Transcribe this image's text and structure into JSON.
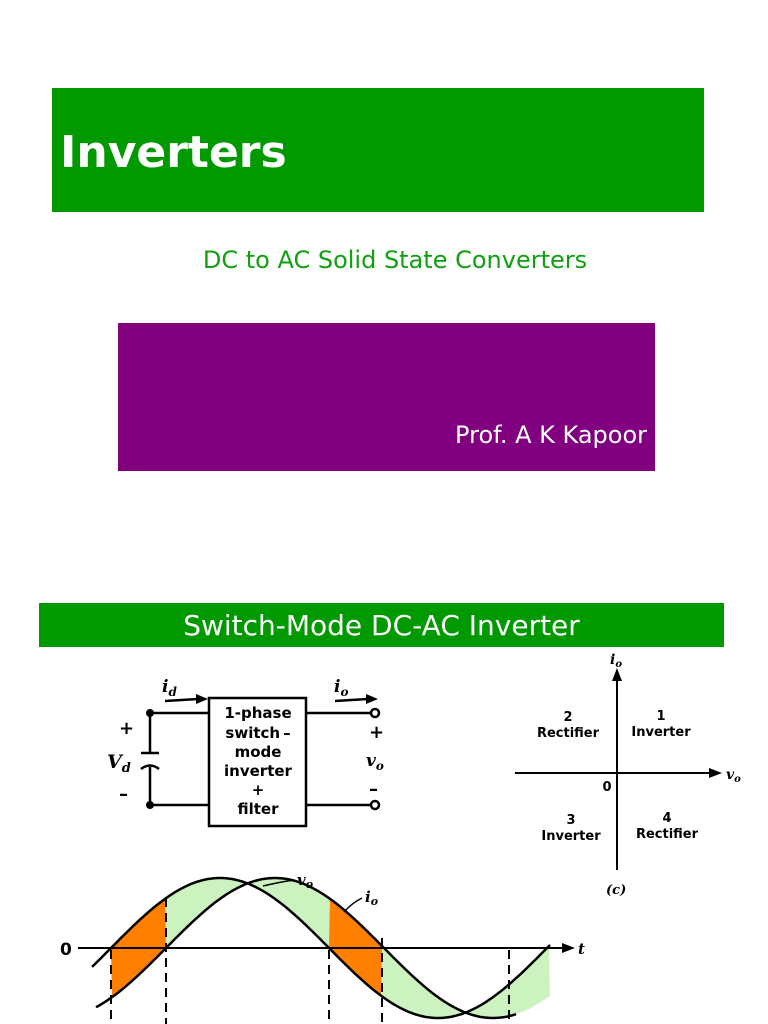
{
  "slide1": {
    "title": "Inverters",
    "subtitle": "DC to AC Solid State Converters",
    "author": "Prof. A K Kapoor"
  },
  "slide2": {
    "title": "Switch-Mode DC-AC Inverter",
    "circuit": {
      "block_lines": [
        "1-phase",
        "switch –",
        "mode",
        "inverter",
        "+",
        "filter"
      ],
      "id_label": "i",
      "id_sub": "d",
      "io_label": "i",
      "io_sub": "o",
      "vd_label": "V",
      "vd_sub": "d",
      "vo_label": "v",
      "vo_sub": "o",
      "plus": "+",
      "minus": "–"
    },
    "quadrant": {
      "q1_num": "1",
      "q1_label": "Inverter",
      "q2_num": "2",
      "q2_label": "Rectifier",
      "q3_num": "3",
      "q3_label": "Inverter",
      "q4_num": "4",
      "q4_label": "Rectifier",
      "origin": "0",
      "y_axis": "i",
      "y_sub": "o",
      "x_axis": "v",
      "x_sub": "o",
      "caption": "(c)"
    },
    "waveform": {
      "zero_label": "0",
      "t_label": "t",
      "vo_label": "v",
      "vo_sub": "o",
      "io_label": "i",
      "io_sub": "o",
      "colors": {
        "positive_power": "#ccf2c0",
        "negative_power": "#ff7f00"
      }
    }
  }
}
